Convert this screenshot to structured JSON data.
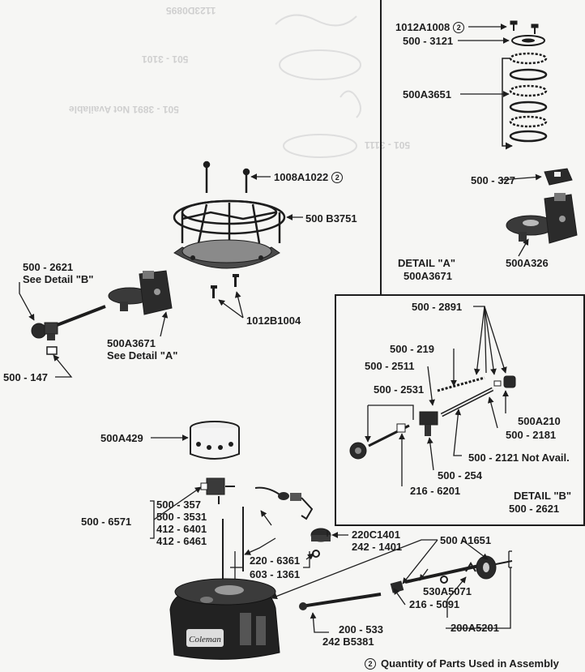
{
  "ghost_text": [
    "1123D0895",
    "501 - 3101",
    "501 - 3891 Not Available",
    "501 - 3111"
  ],
  "labels": {
    "p1012a1008": "1012A1008",
    "p500_3121": "500 - 3121",
    "p500a3651": "500A3651",
    "p500_327": "500 - 327",
    "p500a326": "500A326",
    "detail_a_title": "DETAIL \"A\"",
    "detail_a_part": "500A3671",
    "p1008a1022": "1008A1022",
    "p500b3751": "500 B3751",
    "p500_2621": "500 - 2621",
    "see_detail_b": "See Detail \"B\"",
    "p1012b1004": "1012B1004",
    "p500a3671": "500A3671",
    "see_detail_a": "See Detail \"A\"",
    "p500_147": "500 - 147",
    "p500_2891": "500 - 2891",
    "p500_219": "500 - 219",
    "p500_2511": "500 - 2511",
    "p500_2531": "500 - 2531",
    "p500a210": "500A210",
    "p500_2181": "500 - 2181",
    "p500_2121": "500 - 2121 Not Avail.",
    "p500_254": "500 - 254",
    "p216_6201": "216 - 6201",
    "detail_b_title": "DETAIL \"B\"",
    "detail_b_part": "500 - 2621",
    "p500a429": "500A429",
    "p500_357": "500 - 357",
    "p500_3531": "500 - 3531",
    "p412_6401": "412 - 6401",
    "p412_6461": "412 - 6461",
    "p500_6571": "500 - 6571",
    "p220c1401": "220C1401",
    "p242_1401": "242 - 1401",
    "p500a1651": "500 A1651",
    "p220_6361": "220 - 6361",
    "p603_1361": "603 - 1361",
    "p530a5071": "530A5071",
    "p216_5091": "216 - 5091",
    "p200_533": "200 - 533",
    "p242b5381": "242 B5381",
    "p200a5201": "200A5201",
    "brand": "Coleman",
    "footnote": "Quantity of Parts Used in Assembly",
    "qty_marker": "2"
  }
}
